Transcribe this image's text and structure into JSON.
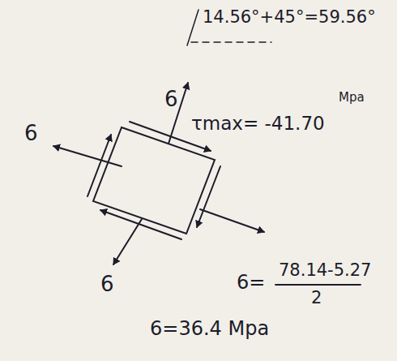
{
  "diagram": {
    "labels": [
      "14.56°+45°=59.56°",
      "6",
      "6",
      "τmax= -41.70",
      "Mpa",
      "6",
      "6=",
      "78.14-5.27",
      "2",
      "6=36.4 Mpa"
    ]
  }
}
